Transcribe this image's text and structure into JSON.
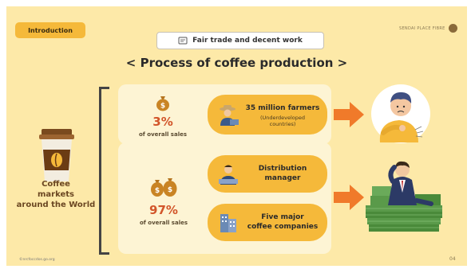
{
  "header": {
    "intro_label": "Introduction",
    "brand_text": "SENDAI PLACE FIBRE",
    "subtitle": "Fair trade and decent work",
    "title": "< Process of coffee production >"
  },
  "left": {
    "label_line1": "Coffee",
    "label_line2": "markets",
    "label_line3": "around the World"
  },
  "top_section": {
    "percent": "3%",
    "percent_caption": "of overall sales",
    "actor_title": "35 million farmers",
    "actor_sub1": "(Underdeveloped",
    "actor_sub2": "countries)"
  },
  "bottom_section": {
    "percent": "97%",
    "percent_caption": "of overall sales",
    "actor1_line1": "Distribution",
    "actor1_line2": "manager",
    "actor2_line1": "Five major",
    "actor2_line2": "coffee companies"
  },
  "footer": {
    "source": "©nrcfoccdos.go.org",
    "page": "04"
  },
  "colors": {
    "background": "#fde9a8",
    "accent": "#f5b93a",
    "arrow": "#f07a2a",
    "percent": "#d2552a"
  },
  "icons": [
    "document-icon",
    "coffee-cup-icon",
    "money-bag-icon",
    "farmer-icon",
    "manager-icon",
    "building-icon",
    "arrow-right-icon",
    "worried-farmer-illustration",
    "rich-man-on-money-illustration"
  ]
}
